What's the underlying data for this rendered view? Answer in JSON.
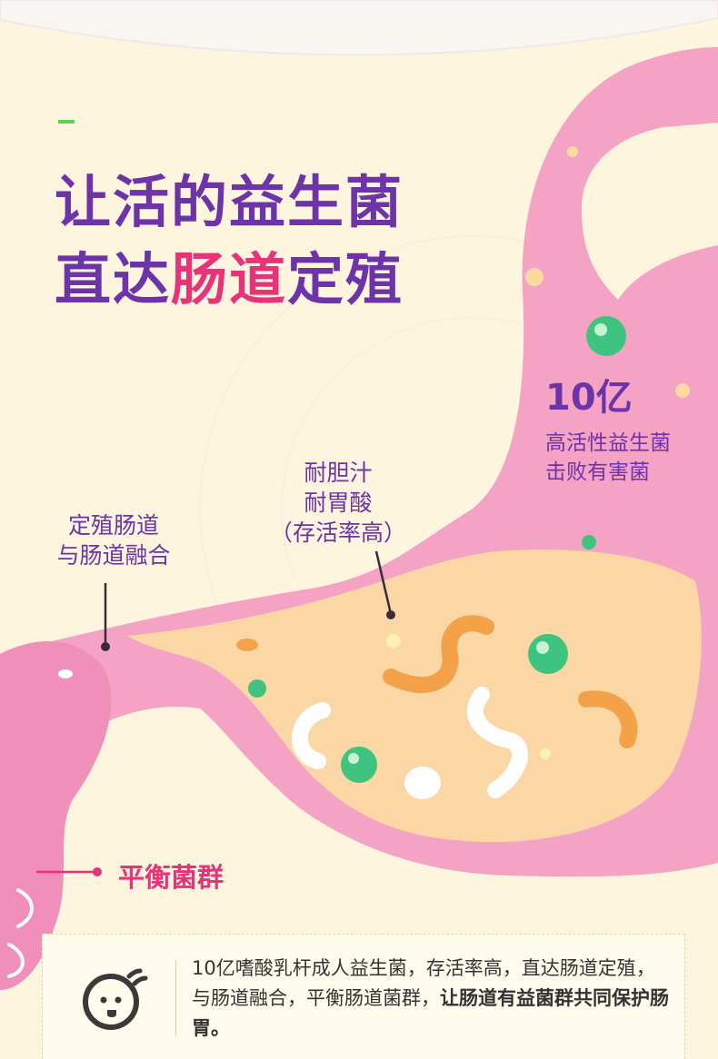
{
  "headline": {
    "line1": "让活的益生菌",
    "line2_pre": "直达",
    "line2_highlight": "肠道",
    "line2_post": "定殖"
  },
  "stat": {
    "number": "10亿",
    "line1": "高活性益生菌",
    "line2": "击败有害菌"
  },
  "label_left": {
    "line1": "定殖肠道",
    "line2": "与肠道融合"
  },
  "label_mid": {
    "line1": "耐胆汁",
    "line2": "耐胃酸",
    "line3": "（存活率高）"
  },
  "label_bottom": "平衡菌群",
  "info": {
    "text_normal": "10亿嗜酸乳杆成人益生菌，存活率高，直达肠道定殖，与肠道融合，平衡肠道菌群，",
    "text_bold": "让肠道有益菌群共同保护肠胃。"
  },
  "colors": {
    "background": "#fdf5de",
    "purple": "#6d33a8",
    "pink_highlight": "#e8337a",
    "stomach_pink": "#f5a3c4",
    "chyme": "#fad7a4",
    "green_bacteria": "#3ec47e",
    "accent_green": "#56d34f"
  },
  "icons": {
    "info": "tongue-face-icon"
  }
}
